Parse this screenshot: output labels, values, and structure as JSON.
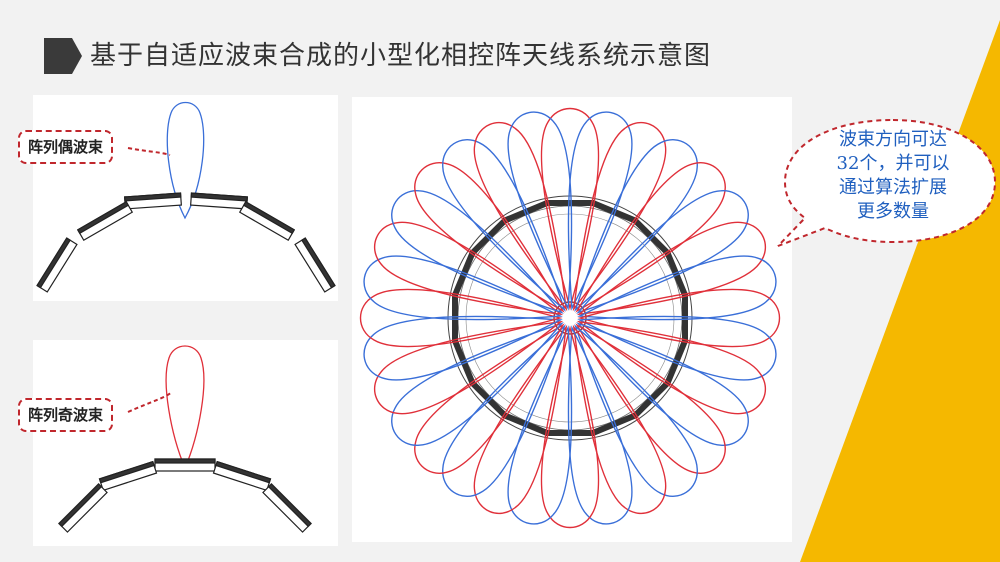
{
  "title": "基于自适应波束合成的小型化相控阵天线系统示意图",
  "labels": {
    "even_beam": "阵列偶波束",
    "odd_beam": "阵列奇波束"
  },
  "callout": {
    "lines": [
      "波束方向可达",
      "32个，并可以",
      "通过算法扩展",
      "更多数量"
    ]
  },
  "beam_pattern": {
    "beam_count": 32,
    "colors": {
      "red": "#e0303a",
      "blue": "#3a6fd8"
    }
  },
  "colors": {
    "accent_yellow": "#f5b800",
    "title_marker": "#3a3a3a",
    "dashed_red": "#c0272d"
  }
}
